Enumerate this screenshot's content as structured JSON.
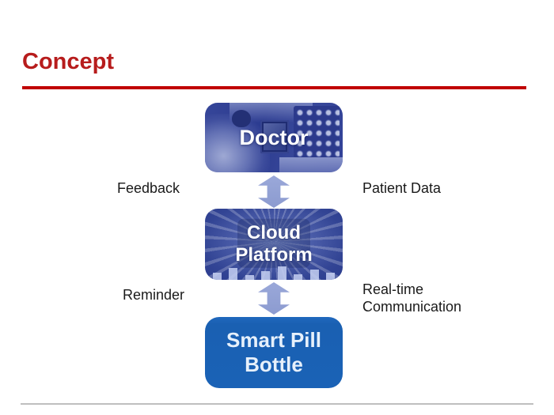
{
  "slide": {
    "title": "Concept",
    "colors": {
      "title": "#B71C1C",
      "accent_line": "#C00000",
      "footer_line": "#BFBFBF"
    }
  },
  "diagram": {
    "nodes": [
      {
        "id": "doctor",
        "lines": [
          "Doctor"
        ],
        "style": "blue-tinted-photo"
      },
      {
        "id": "cloud-platform",
        "lines": [
          "Cloud",
          "Platform"
        ],
        "style": "blue-light-burst"
      },
      {
        "id": "smart-pill-bottle",
        "lines": [
          "Smart Pill",
          "Bottle"
        ],
        "style": "solid-blue",
        "color": "#1A63B8"
      }
    ],
    "edge_labels": [
      {
        "position": "left-of-upper-arrow",
        "lines": [
          "Feedback"
        ]
      },
      {
        "position": "right-of-upper-arrow",
        "lines": [
          "Patient Data"
        ]
      },
      {
        "position": "left-of-lower-arrow",
        "lines": [
          "Reminder"
        ]
      },
      {
        "position": "right-of-lower-arrow",
        "lines": [
          "Real-time",
          "Communication"
        ]
      }
    ],
    "arrows": [
      {
        "id": "doctor-cloud",
        "type": "double-headed-vertical",
        "color": "#8F9ED2"
      },
      {
        "id": "cloud-bottle",
        "type": "double-headed-vertical",
        "color": "#8F9ED2"
      }
    ]
  }
}
